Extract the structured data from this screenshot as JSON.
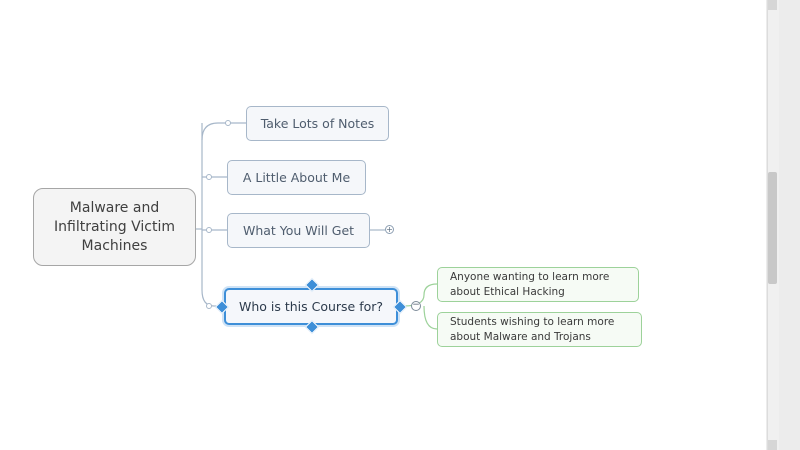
{
  "mindmap": {
    "root": {
      "label": "Malware and Infiltrating Victim Machines"
    },
    "topics": [
      {
        "label": "Take Lots of Notes"
      },
      {
        "label": "A Little About Me"
      },
      {
        "label": "What You Will Get",
        "collapsed": true
      },
      {
        "label": "Who is this Course for?",
        "selected": true,
        "subtopics": [
          {
            "label": "Anyone wanting to learn more about Ethical Hacking"
          },
          {
            "label": "Students wishing to learn more about Malware and Trojans"
          }
        ]
      }
    ]
  },
  "colors": {
    "selection": "#3e8fd8",
    "topic_border": "#a7b7c9",
    "subtopic_border": "#9dd29a",
    "root_border": "#a6a6a6"
  }
}
